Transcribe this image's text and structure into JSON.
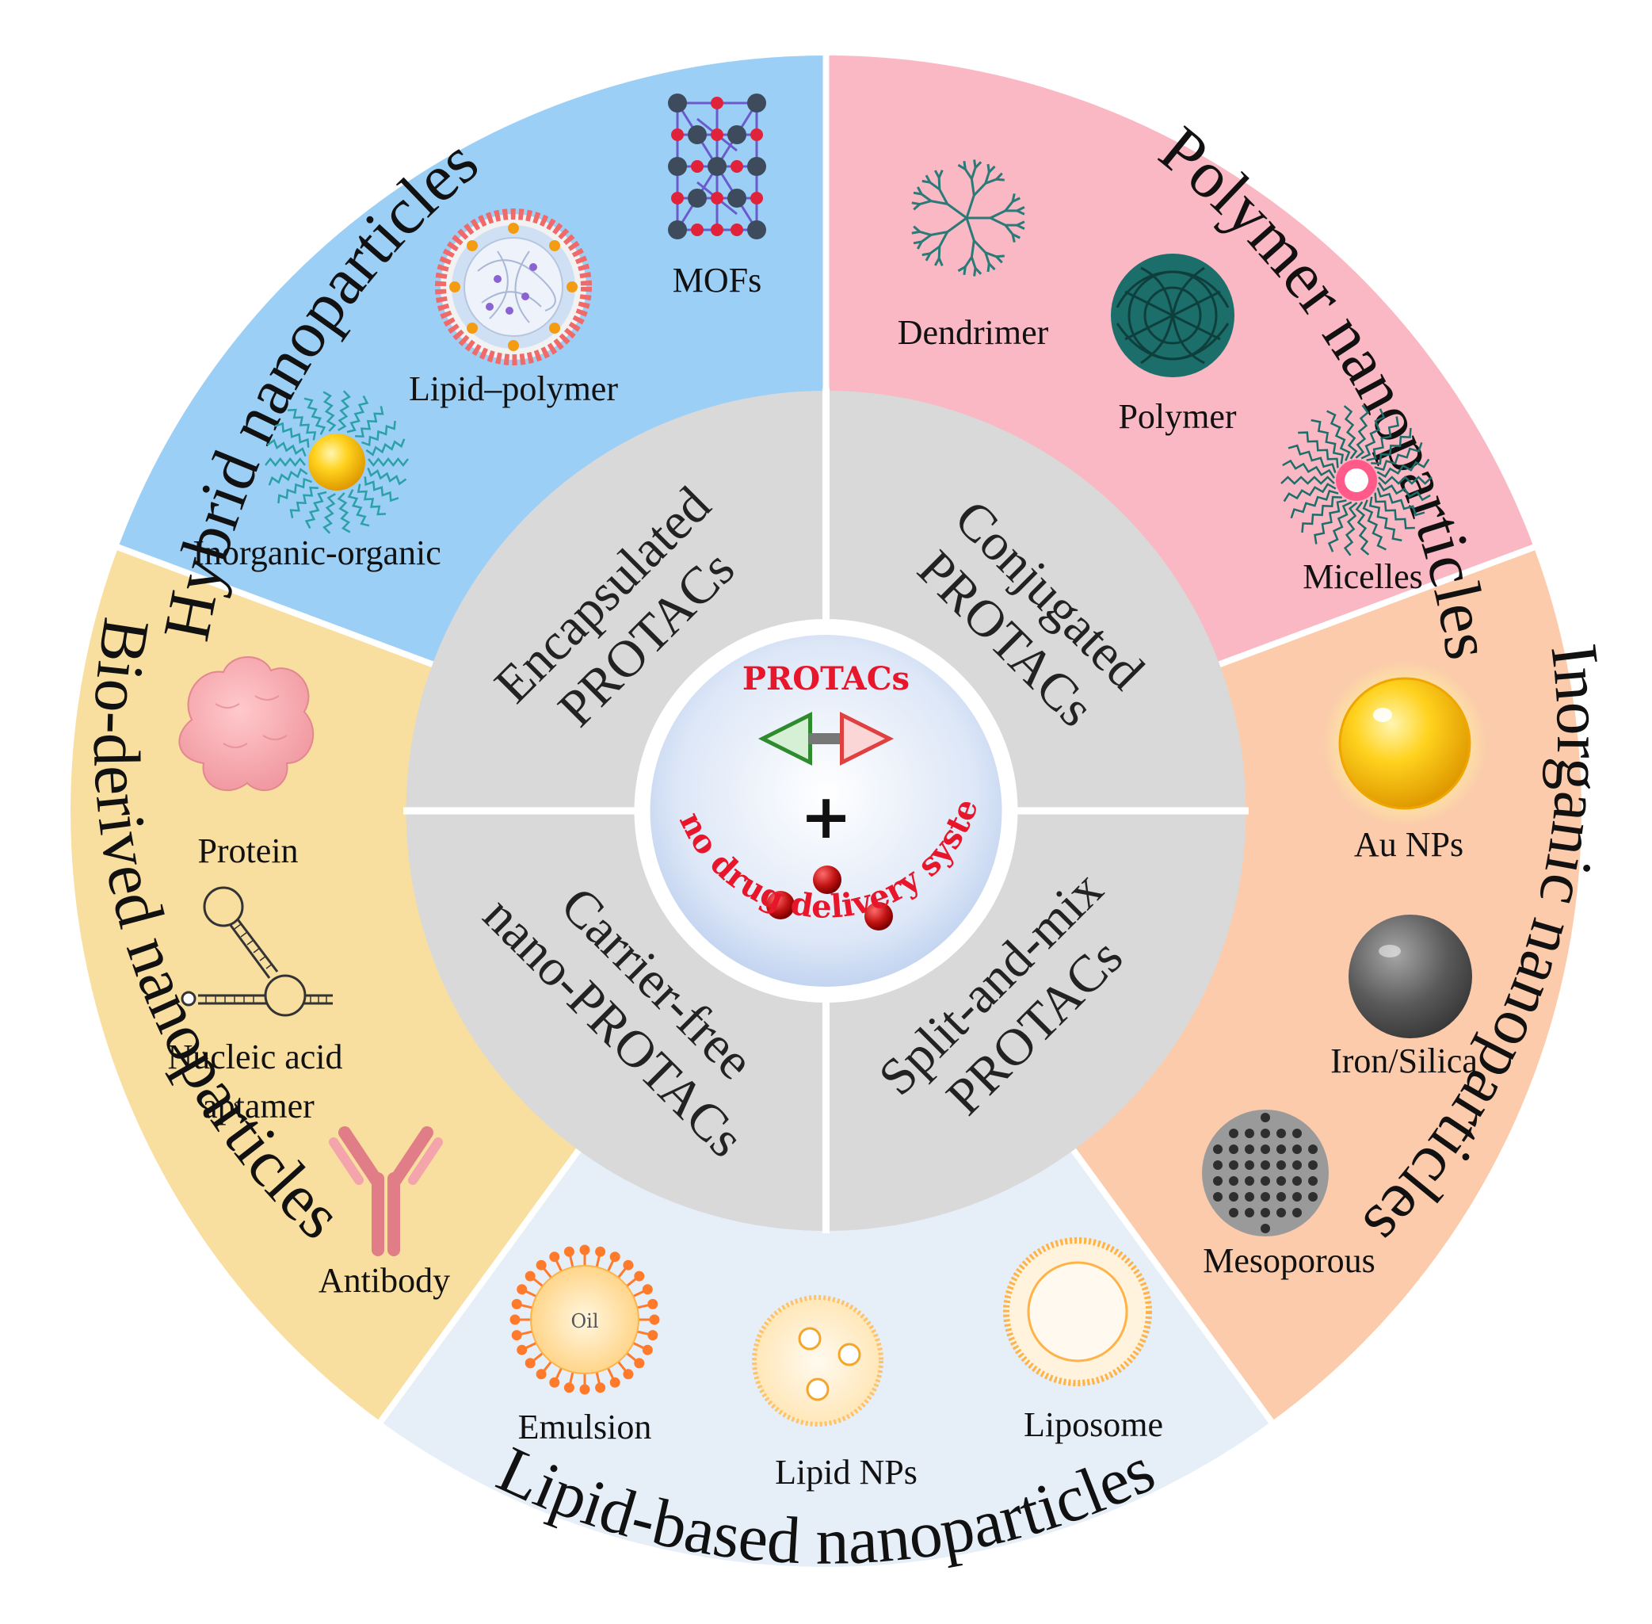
{
  "center": {
    "title": "PROTACs",
    "plus": "+",
    "subtitle": "Nano drug delivery system"
  },
  "inner_ring": [
    {
      "line1": "Encapsulated",
      "line2": "PROTACs"
    },
    {
      "line1": "Conjugated",
      "line2": "PROTACs"
    },
    {
      "line1": "Split-and-mix",
      "line2": "PROTACs"
    },
    {
      "line1": "Carrier-free",
      "line2": "nano-PROTACs"
    }
  ],
  "outer_sectors": [
    {
      "title": "Hybrid nanoparticles",
      "color": "#9ccff5",
      "items": [
        "MOFs",
        "Lipid–polymer",
        "Inorganic-organic"
      ]
    },
    {
      "title": "Polymer nanoparticles",
      "color": "#f9b8c3",
      "items": [
        "Dendrimer",
        "Polymer",
        "Micelles"
      ]
    },
    {
      "title": "Inorganic nanoparticles",
      "color": "#fbcbab",
      "items": [
        "Au NPs",
        "Iron/Silica",
        "Mesoporous"
      ]
    },
    {
      "title": "Lipid-based nanoparticles",
      "color": "#e6eef8",
      "items": [
        "Emulsion",
        "Lipid NPs",
        "Liposome",
        "Oil"
      ]
    },
    {
      "title": "Bio-derived nanoparticles",
      "color": "#f8dfa0",
      "items": [
        "Protein",
        "Nucleic acid",
        "aptamer",
        "Antibody"
      ]
    }
  ],
  "colors": {
    "inner_ring": "#d9d9d9",
    "center_glow": "#c9d9f2",
    "title_red": "#e8162b",
    "divider": "#ffffff"
  }
}
